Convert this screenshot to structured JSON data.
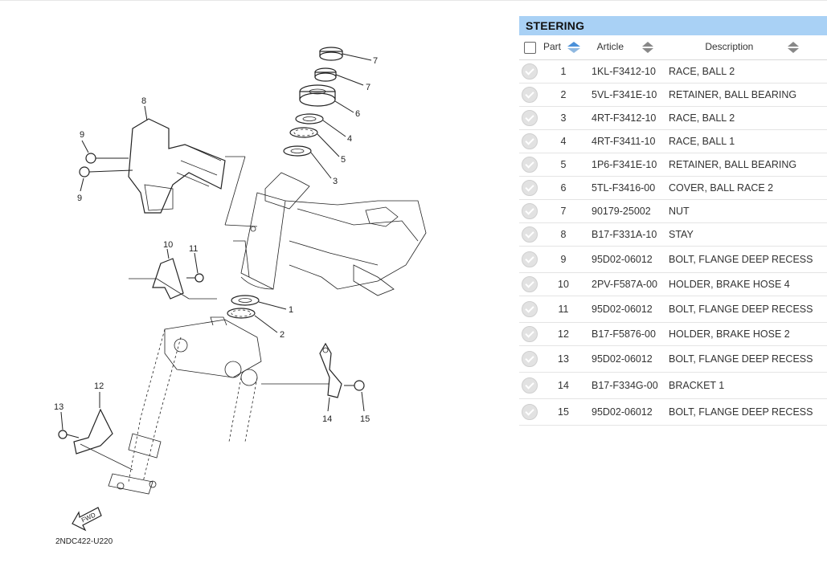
{
  "section_title": "STEERING",
  "columns": {
    "part": "Part",
    "article": "Article",
    "description": "Description"
  },
  "rows": [
    {
      "part": "1",
      "article": "1KL-F3412-10",
      "description": "RACE, BALL 2"
    },
    {
      "part": "2",
      "article": "5VL-F341E-10",
      "description": "RETAINER, BALL BEARING"
    },
    {
      "part": "3",
      "article": "4RT-F3412-10",
      "description": "RACE, BALL 2"
    },
    {
      "part": "4",
      "article": "4RT-F3411-10",
      "description": "RACE, BALL 1"
    },
    {
      "part": "5",
      "article": "1P6-F341E-10",
      "description": "RETAINER, BALL BEARING"
    },
    {
      "part": "6",
      "article": "5TL-F3416-00",
      "description": "COVER, BALL RACE 2"
    },
    {
      "part": "7",
      "article": "90179-25002",
      "description": "NUT"
    },
    {
      "part": "8",
      "article": "B17-F331A-10",
      "description": "STAY"
    },
    {
      "part": "9",
      "article": "95D02-06012",
      "description": "BOLT, FLANGE DEEP RECESS"
    },
    {
      "part": "10",
      "article": "2PV-F587A-00",
      "description": "HOLDER, BRAKE HOSE 4"
    },
    {
      "part": "11",
      "article": "95D02-06012",
      "description": "BOLT, FLANGE DEEP RECESS"
    },
    {
      "part": "12",
      "article": "B17-F5876-00",
      "description": "HOLDER, BRAKE HOSE 2"
    },
    {
      "part": "13",
      "article": "95D02-06012",
      "description": "BOLT, FLANGE DEEP RECESS"
    },
    {
      "part": "14",
      "article": "B17-F334G-00",
      "description": "BRACKET 1"
    },
    {
      "part": "15",
      "article": "95D02-06012",
      "description": "BOLT, FLANGE DEEP RECESS"
    }
  ],
  "diagram": {
    "code": "2NDC422-U220",
    "fwd_label": "FWD",
    "callouts": [
      "1",
      "2",
      "3",
      "4",
      "5",
      "6",
      "7",
      "7",
      "8",
      "9",
      "9",
      "10",
      "11",
      "12",
      "13",
      "14",
      "15"
    ]
  },
  "colors": {
    "title_bar": "#a9d1f5",
    "sort_up": "#4a90d9",
    "sort_down": "#888888"
  }
}
